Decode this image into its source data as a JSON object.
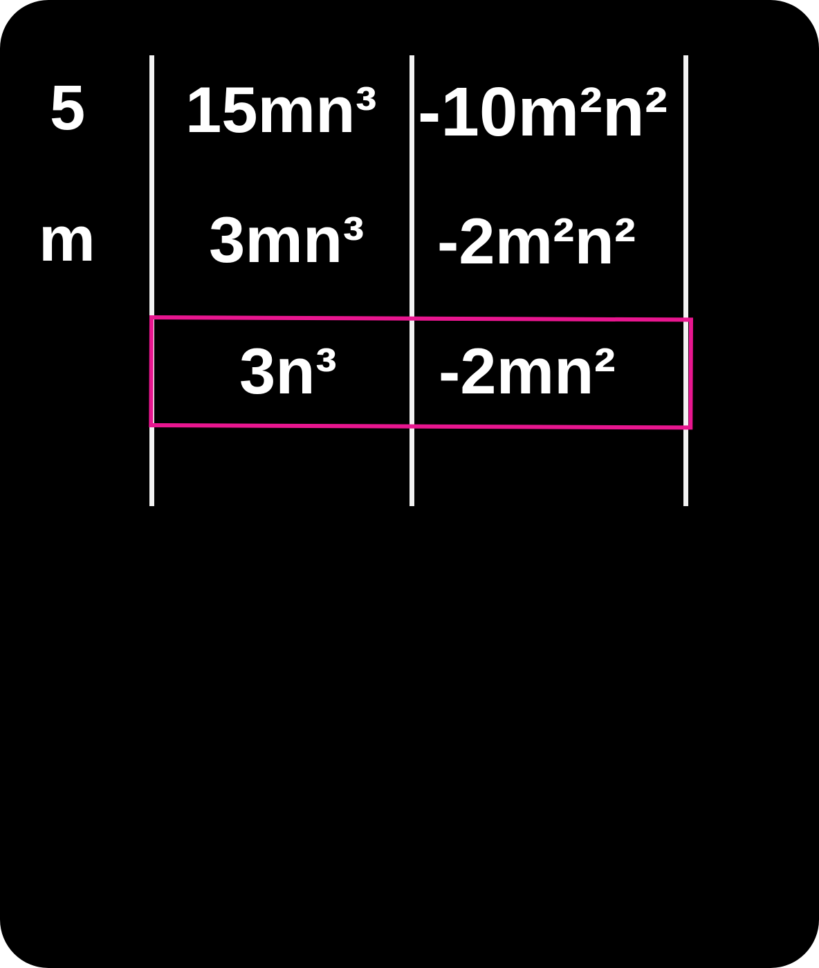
{
  "division_table": {
    "rows": [
      {
        "divisor": "5",
        "terms": [
          "15mn³",
          "-10m²n²"
        ]
      },
      {
        "divisor": "m",
        "terms": [
          "3mn³",
          "-2m²n²"
        ]
      },
      {
        "divisor": "",
        "terms": [
          "3n³",
          "-2mn²"
        ]
      }
    ]
  },
  "colors": {
    "background": "#000000",
    "text": "#ffffff",
    "lines": "#f2f2f2",
    "highlight": "#e8168f"
  }
}
